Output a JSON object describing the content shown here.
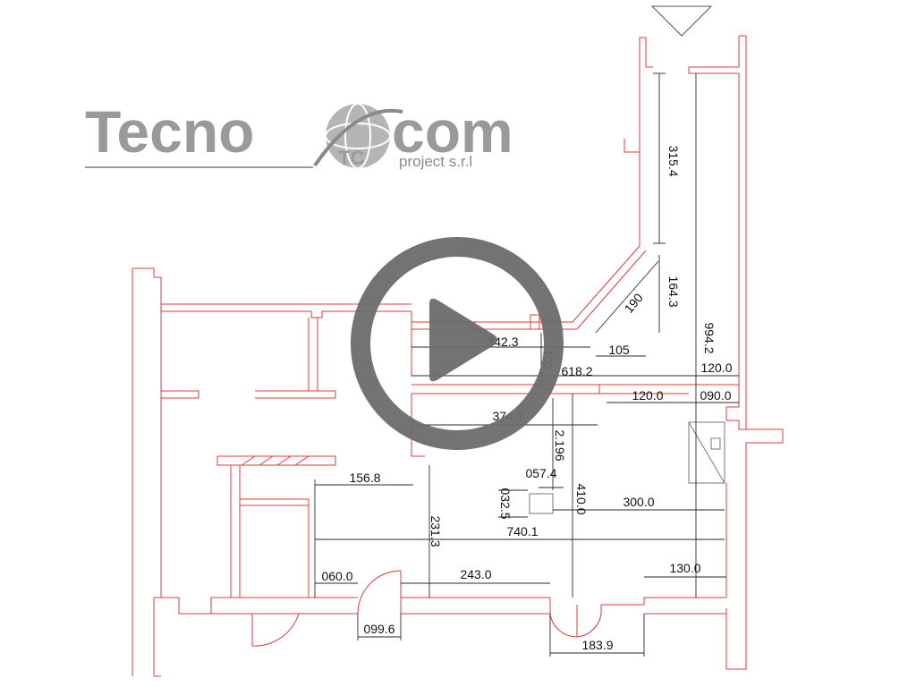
{
  "logo": {
    "word_left": "Tecno",
    "word_right": "com",
    "badge": "TC",
    "subtitle": "project s.r.l"
  },
  "video": {
    "play_icon": "play-icon"
  },
  "colors": {
    "wall": "#e0393a",
    "dimension": "#2a2a2a",
    "logo": "#9a9a9a",
    "play": "#6b6b6b"
  },
  "dimensions": {
    "d315_4": "315.4",
    "d164_3": "164.3",
    "d190": "190",
    "d105": "105",
    "d994_2": "994.2",
    "d342_3": "342.3",
    "d102": "102",
    "d618_2": "618.2",
    "d120_0_right": "120.0",
    "d120_0_mid": "120.0",
    "d090_0": "090.0",
    "d374_7": "374.7",
    "d2_196": "2.196",
    "d057_4": "057.4",
    "d156_8": "156.8",
    "d032_5": "032.5",
    "d410_0": "410.0",
    "d300_0": "300.0",
    "d740_1": "740.1",
    "d231_3": "231.3",
    "d060_0": "060.0",
    "d243_0": "243.0",
    "d130_0": "130.0",
    "d099_6": "099.6",
    "d183_9": "183.9"
  }
}
